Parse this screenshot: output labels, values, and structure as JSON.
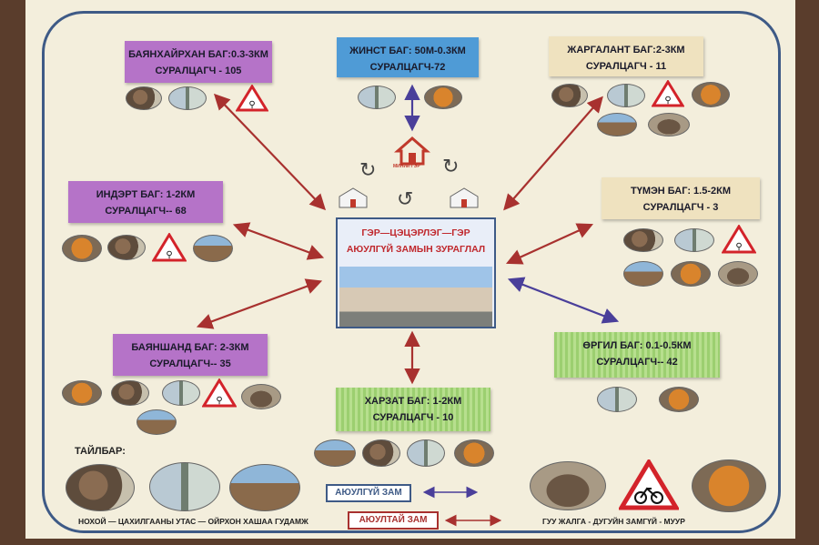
{
  "title": {
    "line1": "ГЭР—ЦЭЦЭРЛЭГ—ГЭР",
    "line2": "АЮУЛГҮЙ ЗАМЫН ЗУРАГЛАЛ"
  },
  "home_logo_text": "МИНИЙ ГЭР",
  "districts": {
    "bayankhairkhan": {
      "name": "БАЯНХАЙРХАН БАГ:0.3-3КМ",
      "students": "СУРАЛЦАГЧ - 105"
    },
    "jinst": {
      "name": "ЖИНСТ БАГ: 50М-0.3КМ",
      "students": "СУРАЛЦАГЧ-72"
    },
    "jargalant": {
      "name": "ЖАРГАЛАНТ БАГ:2-3КМ",
      "students": "СУРАЛЦАГЧ - 11"
    },
    "indert": {
      "name": "ИНДЭРТ БАГ: 1-2КМ",
      "students": "СУРАЛЦАГЧ-- 68"
    },
    "tumen": {
      "name": "ТҮМЭН БАГ: 1.5-2КМ",
      "students": "СУРАЛЦАГЧ - 3"
    },
    "bayanshand": {
      "name": "БАЯНШАНД БАГ: 2-3КМ",
      "students": "СУРАЛЦАГЧ-- 35"
    },
    "orgil": {
      "name": "ӨРГИЛ БАГ: 0.1-0.5КМ",
      "students": "СУРАЛЦАГЧ-- 42"
    },
    "kharzat": {
      "name": "ХАРЗАТ БАГ: 1-2КМ",
      "students": "СУРАЛЦАГЧ - 10"
    }
  },
  "legend": {
    "title": "ТАЙЛБАР:",
    "safe_road": "АЮУЛГҮЙ ЗАМ",
    "danger_road": "АЮУЛТАЙ ЗАМ",
    "caption_left": "НОХОЙ   —  ЦАХИЛГААНЫ УТАС  —  ОЙРХОН ХАШАА ГУДАМЖ",
    "caption_right": "ГУУ ЖАЛГА   -   ДУГУЙН ЗАМГҮЙ   -   МУУР"
  },
  "colors": {
    "safe": "#4a3f9a",
    "danger": "#a8312f",
    "purple": "#b573c8",
    "blue": "#4f9bd6",
    "beige": "#efe2bf",
    "green": "#9ccf70"
  },
  "icons": [
    "dog-photo",
    "power-pole-photo",
    "fence-alley-photo",
    "ravine-photo",
    "cat-photo",
    "no-bicycle-sign-icon",
    "home-icon",
    "yurt-icon",
    "cycle-arrow-icon"
  ]
}
